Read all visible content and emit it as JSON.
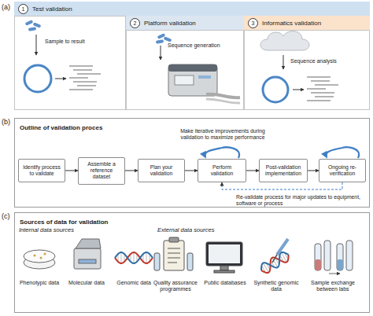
{
  "diagram": {
    "nodes": [
      {
        "text": [
          "1",
          "Test validation"
        ]
      },
      {
        "text": [
          "2",
          "Platform validation"
        ]
      },
      {
        "text": [
          "3",
          "Informatics validation"
        ]
      },
      {
        "text": [
          "Sample to result"
        ]
      },
      {
        "text": [
          "Sequence generation"
        ]
      },
      {
        "text": [
          "Sequence analysis"
        ]
      },
      {
        "text": [
          "Outline of validation proces"
        ]
      },
      {
        "text": [
          "Identify process to validate"
        ],
        "in": 6
      },
      {
        "text": [
          "Assemble a reference dataset"
        ],
        "in": 6
      },
      {
        "text": [
          "Plan your validation"
        ],
        "in": 6
      },
      {
        "text": [
          "Perform validation"
        ],
        "in": 6
      },
      {
        "text": [
          "Post-validation implementation"
        ],
        "in": 6
      },
      {
        "text": [
          "Ongoing re-verification"
        ],
        "in": 6
      },
      {
        "text": [
          "Sources of data for validation"
        ]
      }
    ],
    "edges": [
      {
        "from": 7,
        "to": 8,
        "arrow": "to"
      },
      {
        "from": 8,
        "to": 9,
        "arrow": "to"
      },
      {
        "from": 9,
        "to": 10,
        "arrow": "to"
      },
      {
        "from": 10,
        "to": 11,
        "arrow": "to"
      },
      {
        "from": 11,
        "to": 12,
        "arrow": "to"
      },
      {
        "from": 12,
        "to": 10,
        "arrow": "to",
        "label": "Re-validate process for major updates to equipment, software or process"
      }
    ],
    "labels": [
      "(a)",
      "(b)",
      "(c)",
      "Make iterative improvements during validation to maximize performance",
      "Internal data sources",
      "External data sources",
      "Phenotypic data",
      "Molecular data",
      "Genomic data",
      "Quality assurance programmes",
      "Public databases",
      "Synthetic genomic data",
      "Sample exchange between labs"
    ]
  }
}
